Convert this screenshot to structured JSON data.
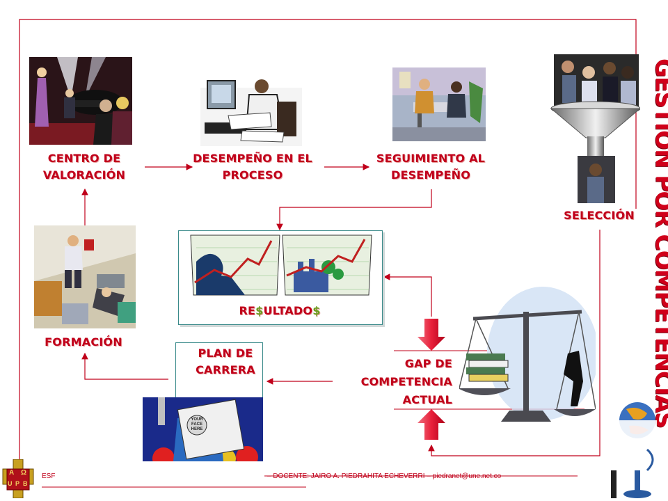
{
  "nodes": {
    "centro": "CENTRO DE VALORACIÓN",
    "desempeno": "DESEMPEÑO EN EL PROCESO",
    "seguimiento": "SEGUIMIENTO AL DESEMPEÑO",
    "seleccion": "SELECCIÓN",
    "formacion": "FORMACIÓN",
    "resultados": "RE$ULTADO$",
    "plan": "PLAN DE CARRERA",
    "gap": "GAP DE COMPETENCIA ACTUAL"
  },
  "title": "GESTIÓN POR COMPETENCIAS",
  "footer": {
    "left": "ESF",
    "right": "– DOCENTE: JAIRO A. PIEDRAHITA ECHEVERRI – piedranet@une.net.co"
  },
  "logo": {
    "letters": [
      "Α",
      "Ω",
      "U",
      "P",
      "B"
    ]
  },
  "badge": {
    "text": "YOUR FACE HERE"
  },
  "colors": {
    "accent": "#c0001a",
    "arrow": "#e8324a",
    "teal": "#3a8a8a"
  }
}
